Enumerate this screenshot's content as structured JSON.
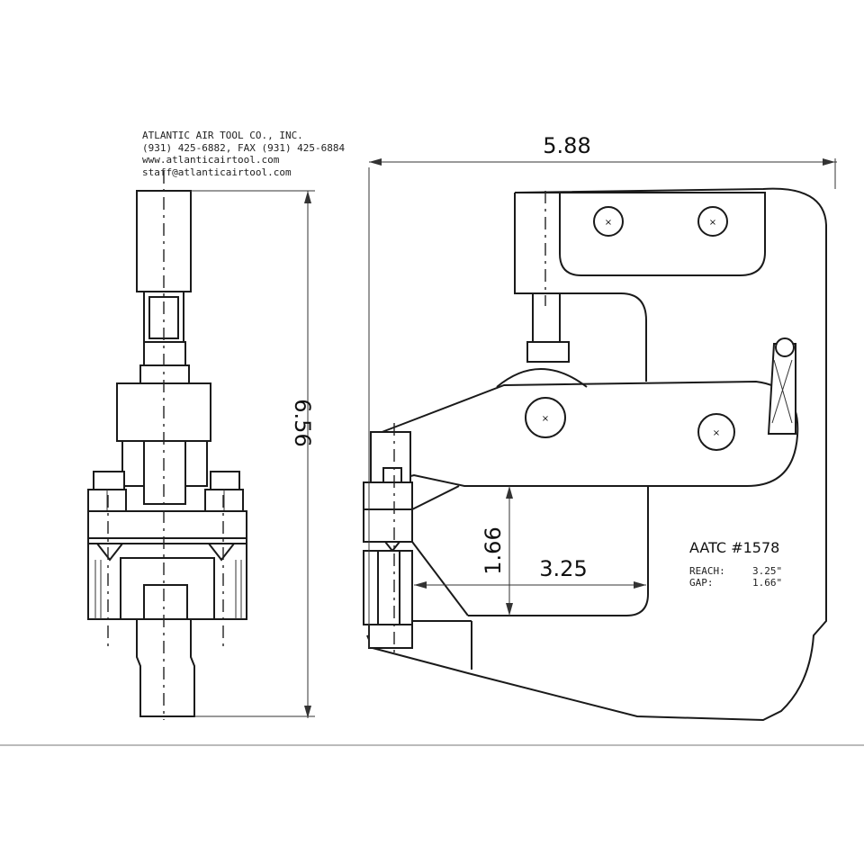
{
  "company": {
    "name": "ATLANTIC AIR TOOL CO., INC.",
    "phone_fax": "(931) 425-6882, FAX (931) 425-6884",
    "website": "www.atlanticairtool.com",
    "email": "staff@atlanticairtool.com"
  },
  "dimensions": {
    "overall_width": "5.88",
    "overall_height": "6.56",
    "gap": "1.66",
    "reach": "3.25"
  },
  "spec": {
    "model": "AATC #1578",
    "reach_label": "REACH:",
    "reach_value": "3.25\"",
    "gap_label": "GAP:",
    "gap_value": "1.66\""
  }
}
